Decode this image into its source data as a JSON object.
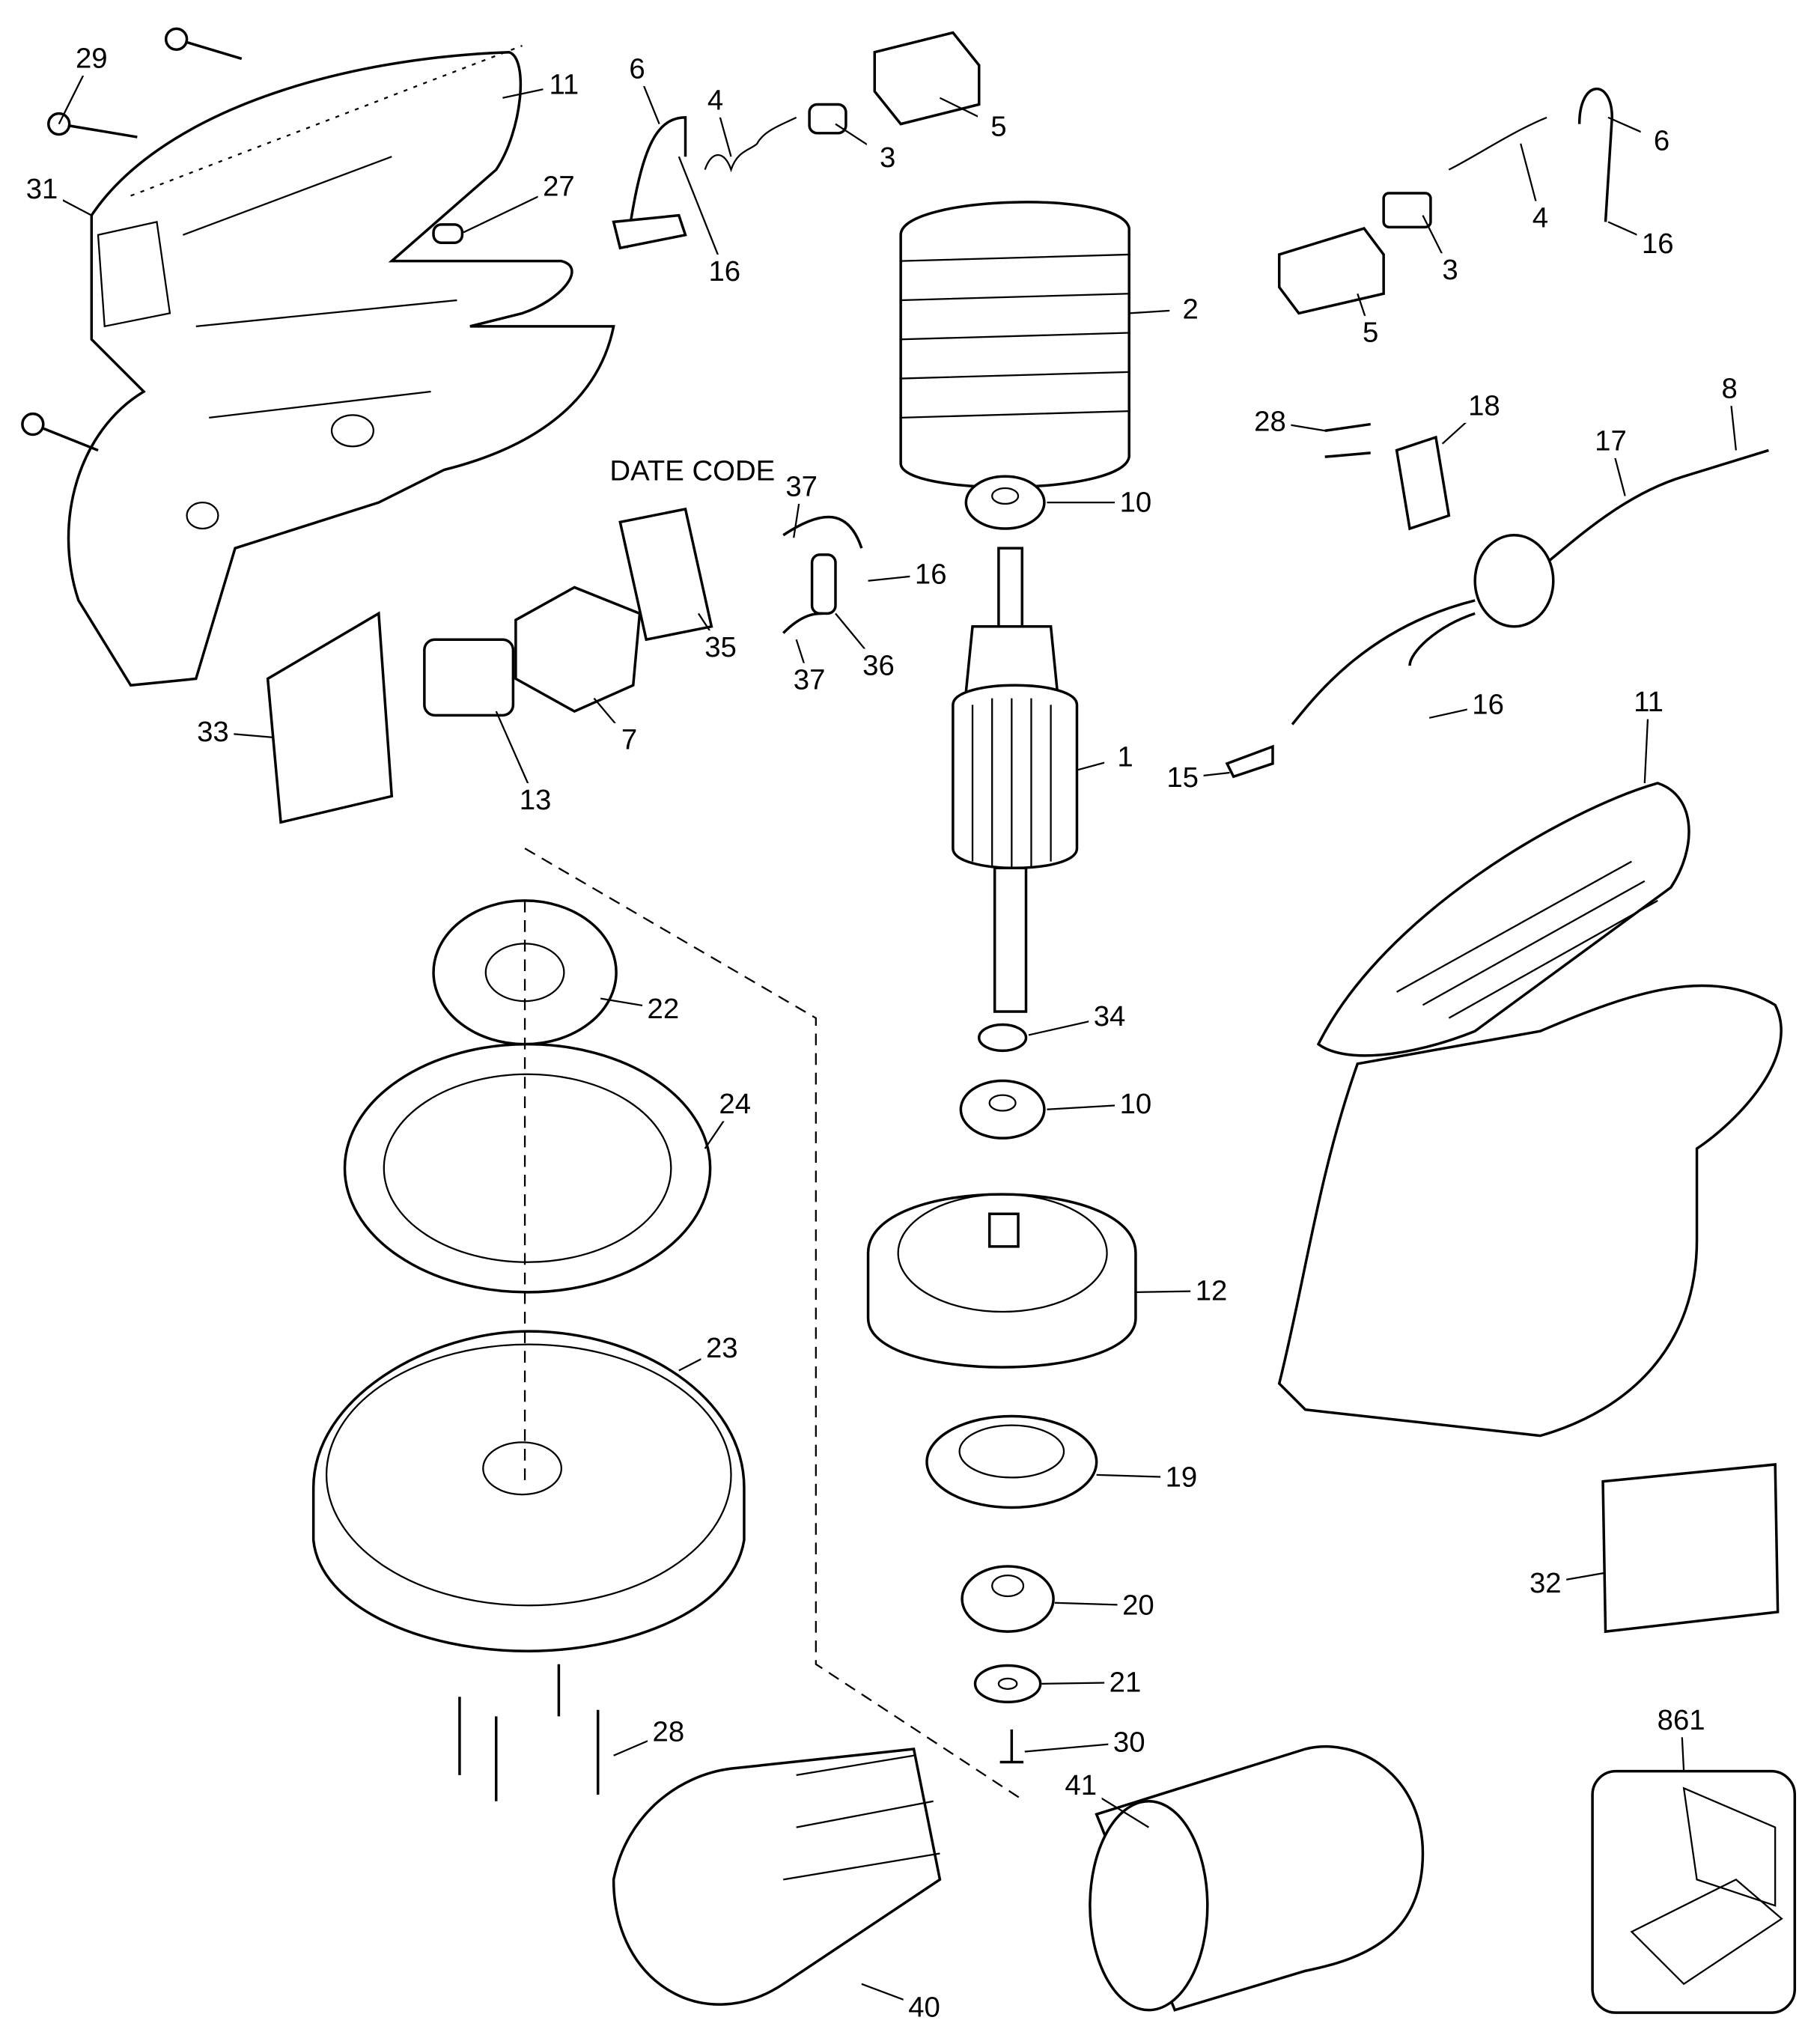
{
  "diagram": {
    "type": "exploded parts diagram",
    "colors": {
      "line": "#000000",
      "background": "#ffffff"
    },
    "annotation": "DATE CODE",
    "callouts": [
      {
        "text": "29"
      },
      {
        "text": "11"
      },
      {
        "text": "31"
      },
      {
        "text": "27"
      },
      {
        "text": "6"
      },
      {
        "text": "4"
      },
      {
        "text": "3"
      },
      {
        "text": "5"
      },
      {
        "text": "16"
      },
      {
        "text": "2"
      },
      {
        "text": "6"
      },
      {
        "text": "4"
      },
      {
        "text": "3"
      },
      {
        "text": "16"
      },
      {
        "text": "5"
      },
      {
        "text": "28"
      },
      {
        "text": "18"
      },
      {
        "text": "17"
      },
      {
        "text": "8"
      },
      {
        "text": "37"
      },
      {
        "text": "10"
      },
      {
        "text": "16"
      },
      {
        "text": "35"
      },
      {
        "text": "36"
      },
      {
        "text": "37"
      },
      {
        "text": "7"
      },
      {
        "text": "33"
      },
      {
        "text": "13"
      },
      {
        "text": "1"
      },
      {
        "text": "16"
      },
      {
        "text": "15"
      },
      {
        "text": "11"
      },
      {
        "text": "22"
      },
      {
        "text": "34"
      },
      {
        "text": "10"
      },
      {
        "text": "24"
      },
      {
        "text": "12"
      },
      {
        "text": "23"
      },
      {
        "text": "19"
      },
      {
        "text": "20"
      },
      {
        "text": "32"
      },
      {
        "text": "21"
      },
      {
        "text": "28"
      },
      {
        "text": "30"
      },
      {
        "text": "861"
      },
      {
        "text": "41"
      },
      {
        "text": "40"
      }
    ]
  }
}
